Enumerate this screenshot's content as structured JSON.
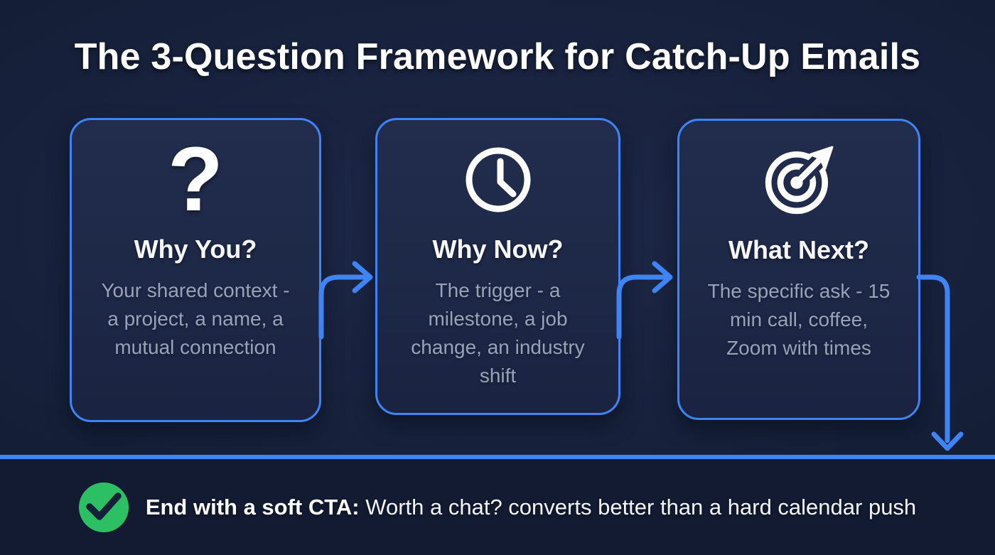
{
  "title": "The 3-Question Framework for Catch-Up Emails",
  "colors": {
    "background": "#16203a",
    "accent_blue": "#3e84f5",
    "card_fill_top": "#222d4e",
    "card_fill_bottom": "#1a2441",
    "heading_text": "#f5f7fb",
    "body_text": "#98a2b8",
    "footer_bg": "#121b31",
    "check_green": "#2dbf63",
    "check_mark": "#152039"
  },
  "cards": [
    {
      "icon": "question-mark-icon",
      "glyph": "?",
      "heading": "Why You?",
      "body": "Your shared context - a project, a name, a mutual connection"
    },
    {
      "icon": "clock-icon",
      "heading": "Why Now?",
      "body": "The trigger - a milestone, a job change, an industry shift"
    },
    {
      "icon": "target-icon",
      "heading": "What Next?",
      "body": "The specific ask - 15 min call, coffee, Zoom with times"
    }
  ],
  "footer": {
    "icon": "check-icon",
    "label_bold": "End with a soft CTA:",
    "label_rest": "Worth a chat? converts better than a hard calendar push"
  }
}
